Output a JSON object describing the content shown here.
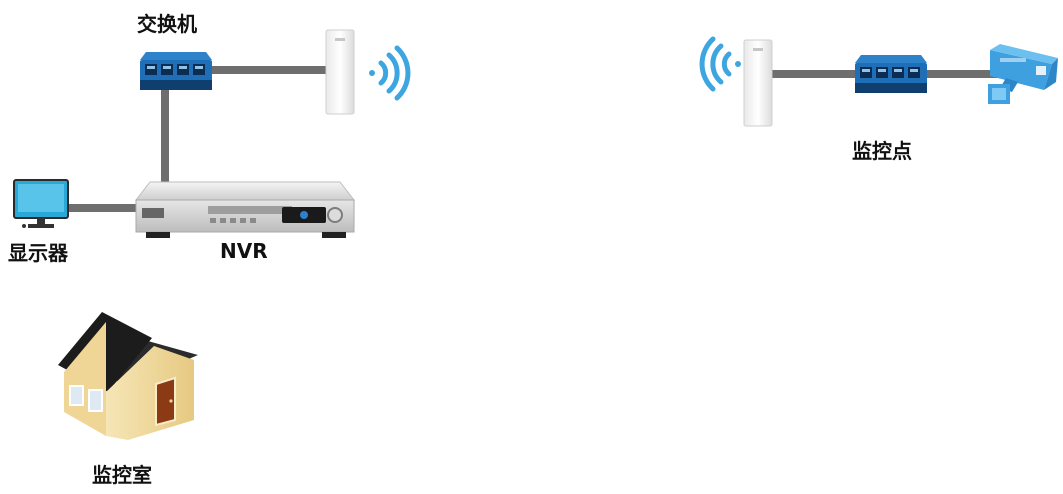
{
  "labels": {
    "switch_left": "交换机",
    "nvr": "NVR",
    "monitor": "显示器",
    "control_room": "监控室",
    "monitoring_point": "监控点"
  },
  "colors": {
    "cable": "#6e6e6e",
    "switch_body": "#1f6fb8",
    "switch_dark": "#0f3f6e",
    "wifi": "#3da6e0",
    "camera": "#3fa0e0",
    "roof": "#222222",
    "wall": "#f1dca3",
    "door": "#8b3a14"
  },
  "icons": [
    "switch-icon",
    "access-point-icon",
    "wifi-signal-icon",
    "nvr-icon",
    "monitor-icon",
    "house-icon",
    "camera-icon"
  ]
}
